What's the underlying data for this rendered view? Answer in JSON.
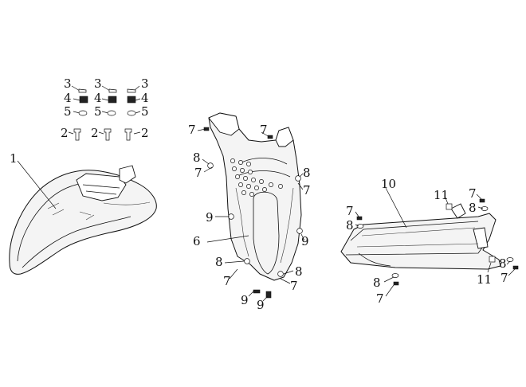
{
  "diagram": {
    "callouts": {
      "c1": "1",
      "c2": "2",
      "c3": "3",
      "c4": "4",
      "c5": "5",
      "c6": "6",
      "c7": "7",
      "c8": "8",
      "c9": "9",
      "c10": "10",
      "c11": "11"
    },
    "line_color": "#111111",
    "background": "#ffffff"
  }
}
